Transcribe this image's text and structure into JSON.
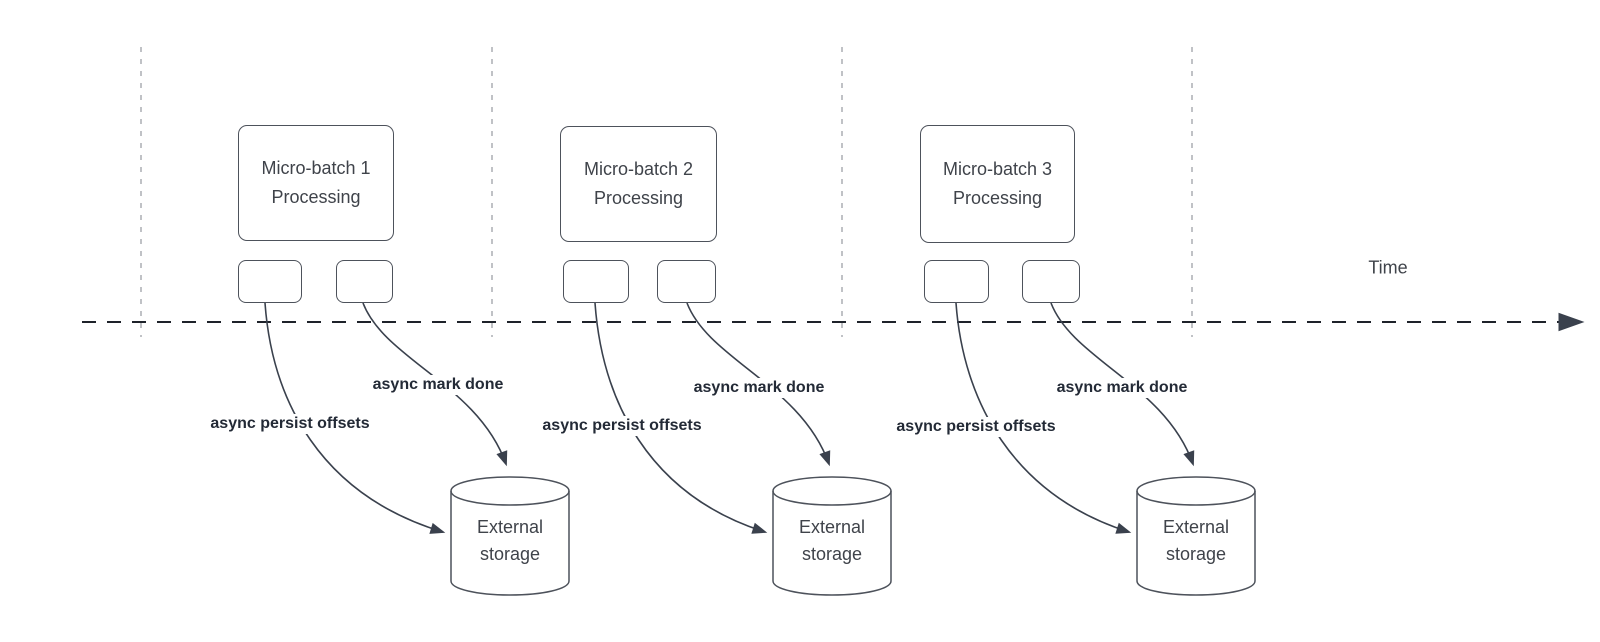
{
  "colors": {
    "canvas-bg": "#ffffff",
    "node-border": "#4d525b",
    "node-text": "#3f434a",
    "edge-line": "#3a414d",
    "edge-label-text": "#232a36",
    "timeline": "#1e222a",
    "guide-line": "#abaeb4"
  },
  "diagram": {
    "time_axis_label": "Time",
    "sections": [
      {
        "title": "Micro-batch 1\nProcessing",
        "persist_label": "async persist offsets",
        "mark_label": "async mark done",
        "storage_label": "External\nstorage"
      },
      {
        "title": "Micro-batch 2\nProcessing",
        "persist_label": "async persist offsets",
        "mark_label": "async mark done",
        "storage_label": "External\nstorage"
      },
      {
        "title": "Micro-batch 3\nProcessing",
        "persist_label": "async persist offsets",
        "mark_label": "async mark done",
        "storage_label": "External\nstorage"
      }
    ]
  }
}
